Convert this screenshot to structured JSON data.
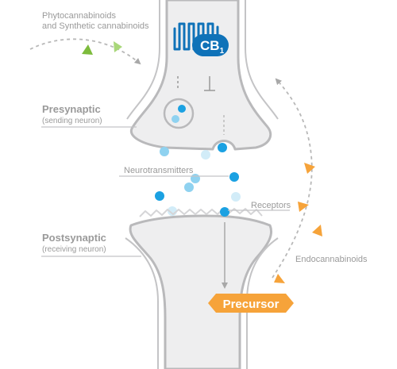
{
  "labels": {
    "phyto_line1": "Phytocannabinoids",
    "phyto_line2": "and Synthetic cannabinoids",
    "presynaptic": "Presynaptic",
    "presynaptic_sub": "(sending neuron)",
    "neurotransmitters": "Neurotransmitters",
    "receptors": "Receptors",
    "postsynaptic": "Postsynaptic",
    "postsynaptic_sub": "(receiving neuron)",
    "endocannabinoids": "Endocannabinoids"
  },
  "cb1": {
    "text": "CB",
    "subscript": "1"
  },
  "precursor": {
    "text": "Precursor"
  },
  "colors": {
    "neuron_fill": "#eeeeef",
    "neuron_stroke": "#b9b9bb",
    "receptor_blue": "#0f72b8",
    "dot_blue": "#1ba1e2",
    "dot_light": "#8fd2f0",
    "dot_pale": "#d2ecf8",
    "orange": "#f6a33a",
    "green": "#7dbb3c",
    "arrow_gray": "#b8b8b8"
  }
}
